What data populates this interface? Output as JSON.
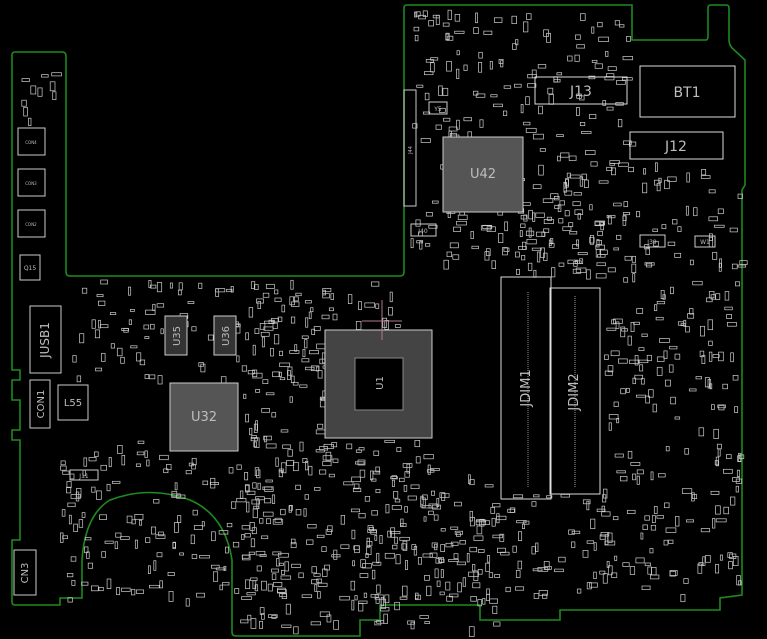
{
  "viewer": {
    "outline_color": "#1f8a1f",
    "part_color": "#d8d8d8",
    "background": "#000000",
    "cursor_color": "#b07a8a"
  },
  "components": [
    {
      "ref": "Q15",
      "kind": "transistor"
    },
    {
      "ref": "U42",
      "kind": "bga"
    },
    {
      "ref": "J13",
      "kind": "connector"
    },
    {
      "ref": "BT1",
      "kind": "battery"
    },
    {
      "ref": "J12",
      "kind": "connector"
    },
    {
      "ref": "Y5",
      "kind": "crystal"
    },
    {
      "ref": "J40",
      "kind": "connector"
    },
    {
      "ref": "J39",
      "kind": "connector"
    },
    {
      "ref": "W1",
      "kind": "jumper"
    },
    {
      "ref": "JUSB1",
      "kind": "connector"
    },
    {
      "ref": "CON1",
      "kind": "connector"
    },
    {
      "ref": "L55",
      "kind": "inductor"
    },
    {
      "ref": "U35",
      "kind": "ic"
    },
    {
      "ref": "U36",
      "kind": "ic"
    },
    {
      "ref": "U32",
      "kind": "bga"
    },
    {
      "ref": "J11",
      "kind": "connector"
    },
    {
      "ref": "U1",
      "kind": "cpu-socket"
    },
    {
      "ref": "JDIM1",
      "kind": "dimm-slot"
    },
    {
      "ref": "JDIM2",
      "kind": "dimm-slot"
    },
    {
      "ref": "CN3",
      "kind": "connector"
    },
    {
      "ref": "CON4",
      "kind": "connector"
    },
    {
      "ref": "CON3",
      "kind": "connector"
    },
    {
      "ref": "CON2",
      "kind": "connector"
    },
    {
      "ref": "J44",
      "kind": "connector"
    }
  ]
}
